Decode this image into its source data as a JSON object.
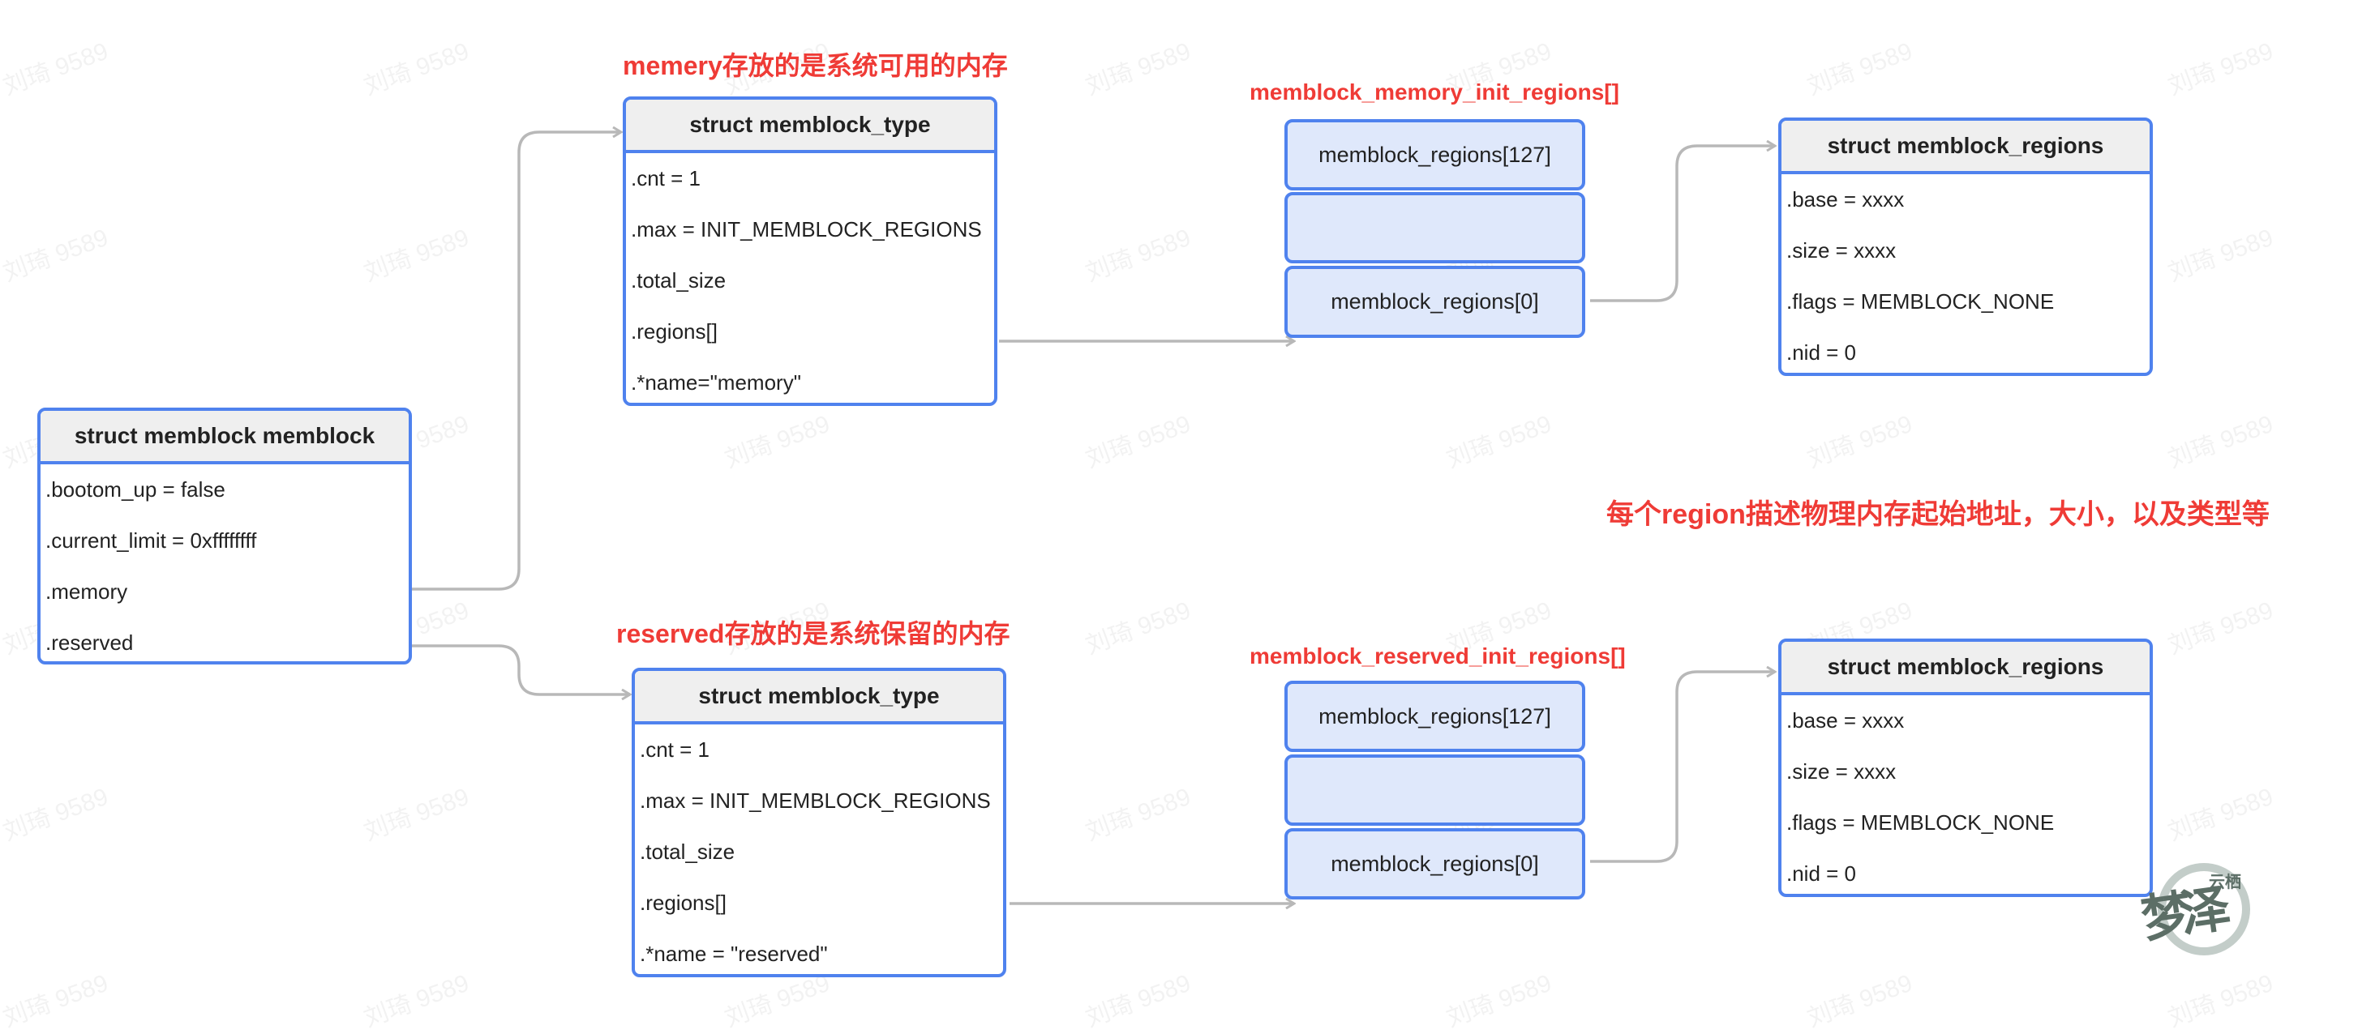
{
  "watermark": "刘琦 9589",
  "labels": {
    "memory_note": "memery存放的是系统可用的内存",
    "reserved_note": "reserved存放的是系统保留的内存",
    "memory_array": "memblock_memory_init_regions[]",
    "reserved_array": "memblock_reserved_init_regions[]",
    "region_note": "每个region描述物理内存起始地址，大小，以及类型等"
  },
  "memblock": {
    "title": "struct memblock memblock",
    "fields": [
      ".bootom_up = false",
      ".current_limit = 0xffffffff",
      ".memory",
      ".reserved"
    ]
  },
  "memory_type": {
    "title": "struct memblock_type",
    "fields": [
      ".cnt = 1",
      ".max = INIT_MEMBLOCK_REGIONS",
      ".total_size",
      ".regions[]",
      ".*name=\"memory\""
    ]
  },
  "reserved_type": {
    "title": "struct memblock_type",
    "fields": [
      ".cnt = 1",
      ".max = INIT_MEMBLOCK_REGIONS",
      ".total_size",
      ".regions[]",
      ".*name = \"reserved\""
    ]
  },
  "memory_array": {
    "cells": [
      "memblock_regions[127]",
      "",
      "memblock_regions[0]"
    ]
  },
  "reserved_array": {
    "cells": [
      "memblock_regions[127]",
      "",
      "memblock_regions[0]"
    ]
  },
  "memory_regions": {
    "title": "struct memblock_regions",
    "fields": [
      ".base = xxxx",
      ".size = xxxx",
      ".flags  = MEMBLOCK_NONE",
      ".nid = 0"
    ]
  },
  "reserved_regions": {
    "title": "struct memblock_regions",
    "fields": [
      ".base = xxxx",
      ".size = xxxx",
      ".flags  = MEMBLOCK_NONE",
      ".nid = 0"
    ]
  },
  "logo": {
    "main": "梦泽",
    "sub": "云栖"
  },
  "colors": {
    "border": "#4f82ee",
    "label": "#ef3b36",
    "connector": "#b8b8b8",
    "cell": "#dfe8fb"
  }
}
